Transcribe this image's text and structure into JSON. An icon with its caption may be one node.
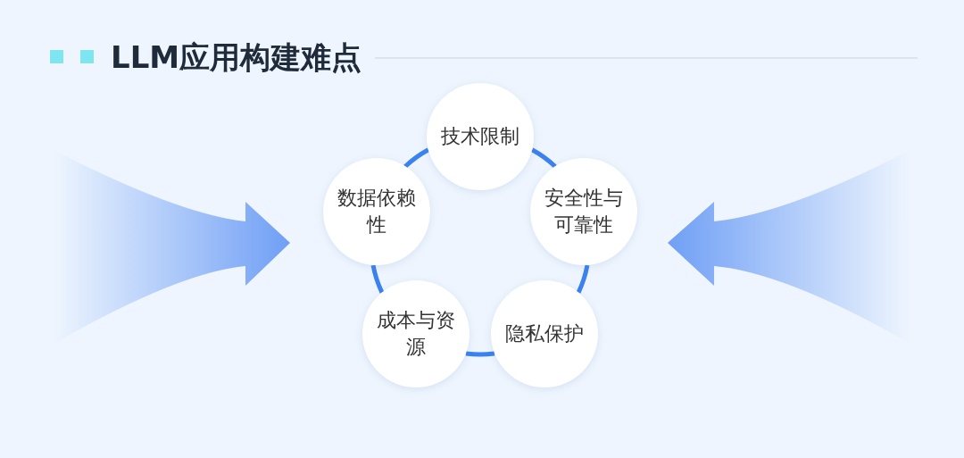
{
  "diagram": {
    "title": "LLM应用构建难点",
    "nodes": [
      {
        "text": [
          "技术限制"
        ]
      },
      {
        "text": [
          "数据依赖性"
        ]
      },
      {
        "text": [
          "安全性与可靠性"
        ]
      },
      {
        "text": [
          "成本与资源"
        ]
      },
      {
        "text": [
          "隐私保护"
        ]
      }
    ],
    "edges": [
      {
        "from": 0,
        "to": 2,
        "arrow": "none"
      },
      {
        "from": 2,
        "to": 4,
        "arrow": "none"
      },
      {
        "from": 4,
        "to": 3,
        "arrow": "none"
      },
      {
        "from": 3,
        "to": 1,
        "arrow": "none"
      },
      {
        "from": 1,
        "to": 0,
        "arrow": "none"
      }
    ]
  }
}
